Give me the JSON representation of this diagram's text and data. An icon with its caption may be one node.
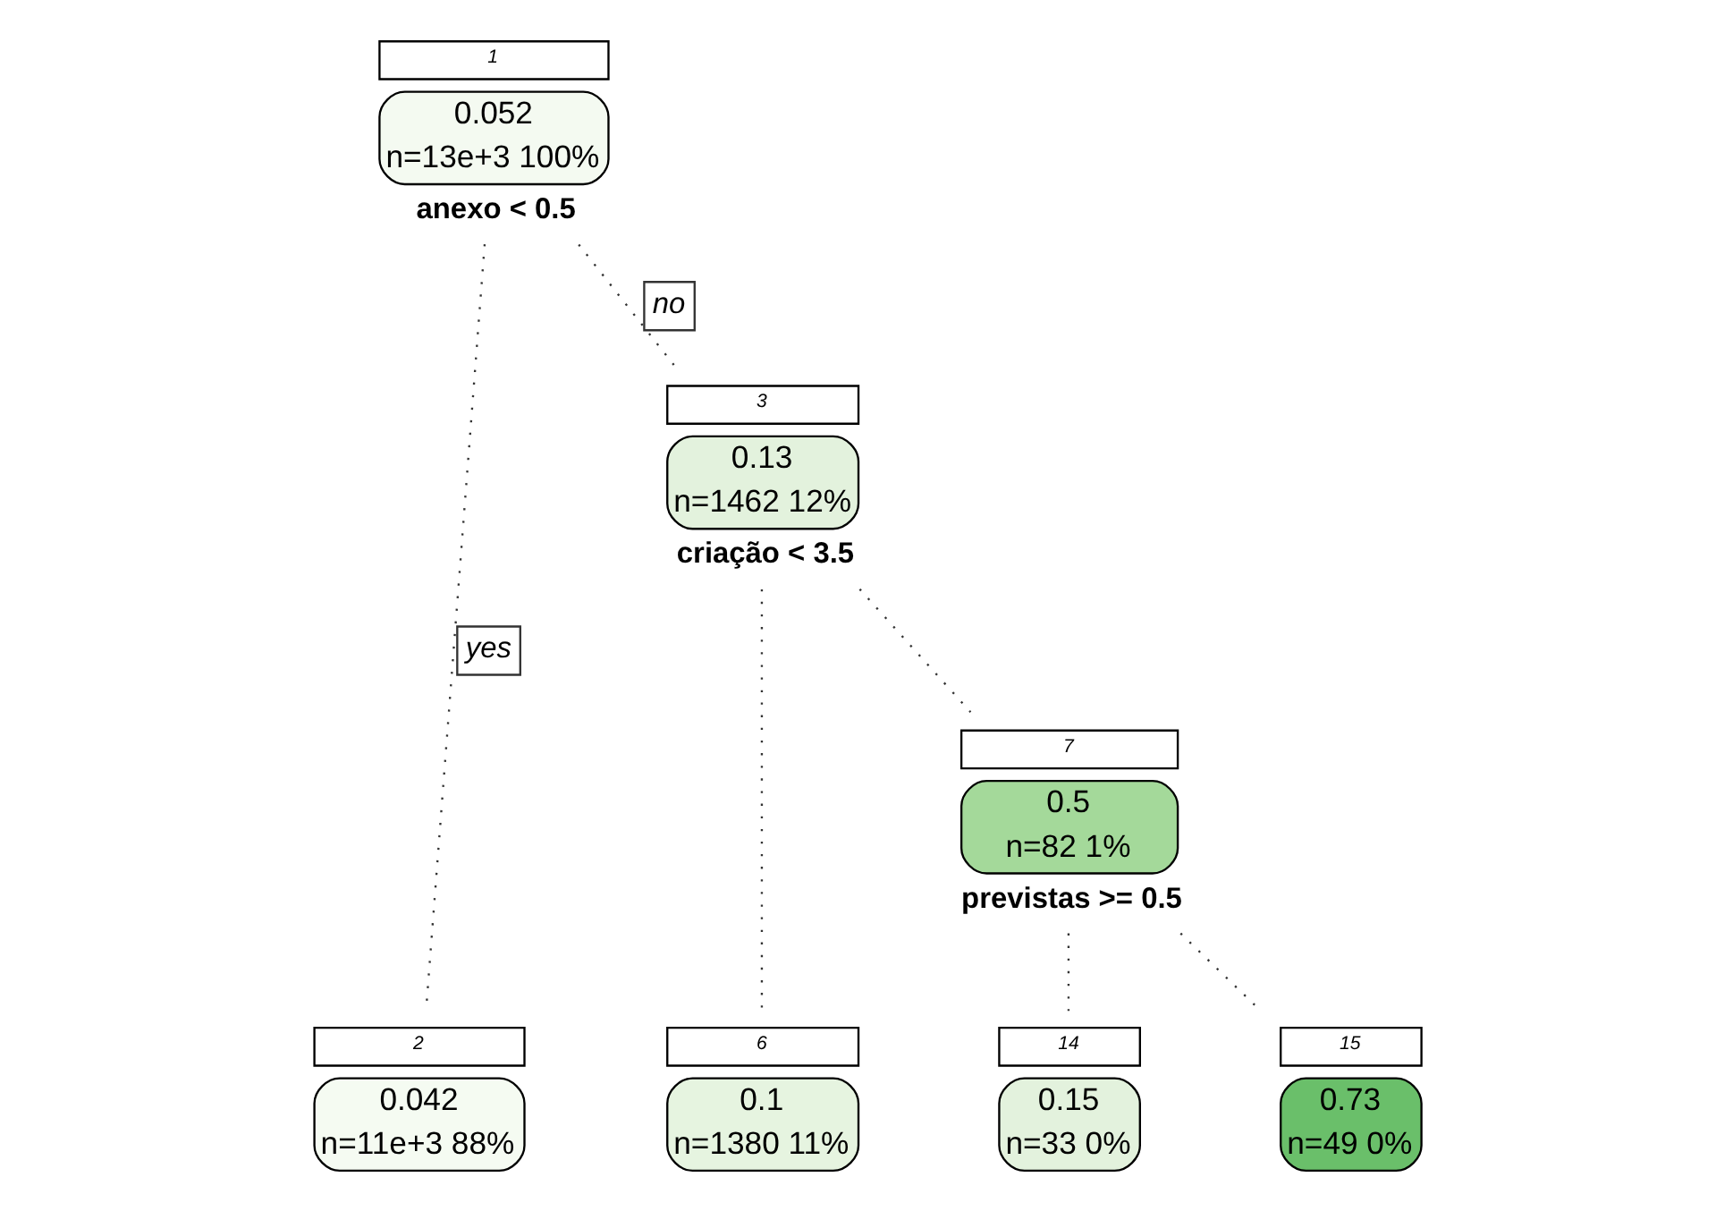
{
  "diagram": {
    "nodes": [
      {
        "text": [
          "0.052",
          "n=13e+3 100%"
        ],
        "beside": [
          "1",
          "anexo < 0.5"
        ]
      },
      {
        "text": [
          "0.042",
          "n=11e+3 88%"
        ],
        "beside": [
          "2"
        ]
      },
      {
        "text": [
          "0.13",
          "n=1462 12%"
        ],
        "beside": [
          "3",
          "criação < 3.5"
        ]
      },
      {
        "text": [
          "0.1",
          "n=1380 11%"
        ],
        "beside": [
          "6"
        ]
      },
      {
        "text": [
          "0.5",
          "n=82 1%"
        ],
        "beside": [
          "7",
          "previstas >= 0.5"
        ]
      },
      {
        "text": [
          "0.15",
          "n=33 0%"
        ],
        "beside": [
          "14"
        ]
      },
      {
        "text": [
          "0.73",
          "n=49 0%"
        ],
        "beside": [
          "15"
        ]
      }
    ],
    "edges": [
      {
        "from": 0,
        "to": 1,
        "arrow": "none",
        "label": "yes"
      },
      {
        "from": 0,
        "to": 2,
        "arrow": "none",
        "label": "no"
      },
      {
        "from": 2,
        "to": 3,
        "arrow": "none"
      },
      {
        "from": 2,
        "to": 4,
        "arrow": "none"
      },
      {
        "from": 4,
        "to": 5,
        "arrow": "none"
      },
      {
        "from": 4,
        "to": 6,
        "arrow": "none"
      }
    ]
  }
}
